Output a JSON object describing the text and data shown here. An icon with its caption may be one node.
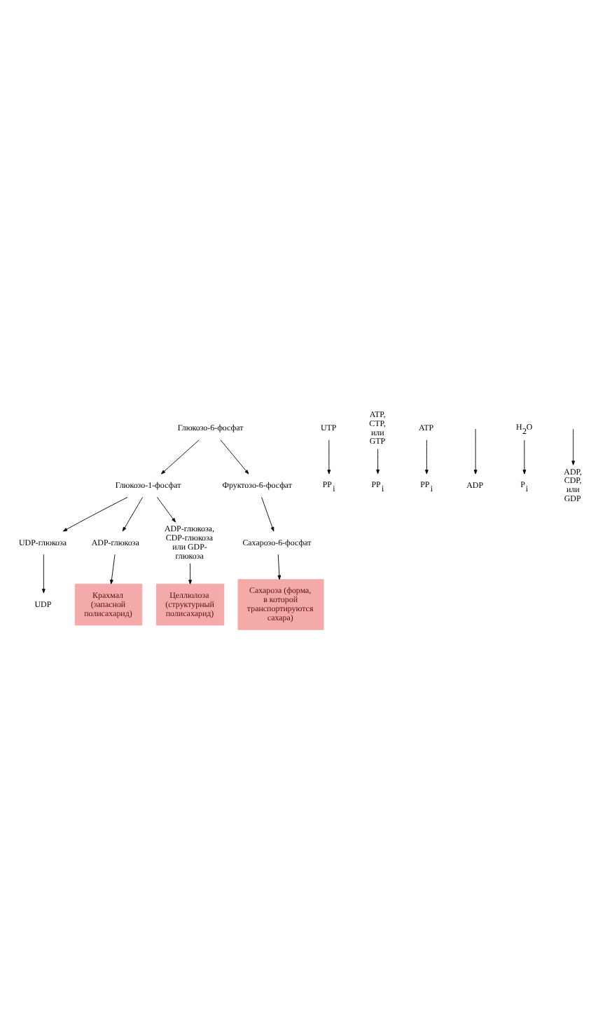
{
  "diagram": {
    "nodes": [
      {
        "text": [
          "Глюкозо-6-фосфат"
        ]
      },
      {
        "text": [
          "Глюкозо-1-фосфат"
        ]
      },
      {
        "text": [
          "Фруктозо-6-фосфат"
        ]
      },
      {
        "text": [
          "UTP"
        ]
      },
      {
        "text": [
          "PP$_{i}$"
        ]
      },
      {
        "text": [
          "UDP-глюкоза"
        ]
      },
      {
        "text": [
          "ATP, CTP, или GTP"
        ]
      },
      {
        "text": [
          "PP$_{i}$"
        ]
      },
      {
        "text": [
          "ATP"
        ]
      },
      {
        "text": [
          "PP$_{i}$"
        ]
      },
      {
        "text": [
          "ADP-глюкоза"
        ]
      },
      {
        "text": [
          "UDP"
        ]
      },
      {
        "text": [
          "ADP-глюкоза, CDP-глюкоза или GDP-глюкоза"
        ]
      },
      {
        "text": [
          "ADP"
        ]
      },
      {
        "text": [
          "Крахмал (запасной полисахарид)"
        ]
      },
      {
        "text": [
          "Сахарозо-6-фосфат"
        ]
      },
      {
        "text": [
          "H$_{2}$O"
        ]
      },
      {
        "text": [
          "P$_{i}$"
        ]
      },
      {
        "text": [
          "ADP, CDP, или GDP"
        ]
      },
      {
        "text": [
          "Сахароза (форма, в которой транспортируются сахара)"
        ]
      },
      {
        "text": [
          "Целлюлоза (структурный полисахарид)"
        ]
      }
    ],
    "edges": [
      {
        "from": 0,
        "to": 1,
        "arrow": "to"
      },
      {
        "from": 0,
        "to": 2,
        "arrow": "to"
      },
      {
        "from": 1,
        "to": 5,
        "arrow": "to"
      },
      {
        "from": 3,
        "to": 4,
        "arrow": "to"
      },
      {
        "from": 1,
        "to": 12,
        "arrow": "to"
      },
      {
        "from": 6,
        "to": 7,
        "arrow": "to"
      },
      {
        "from": 1,
        "to": 10,
        "arrow": "to"
      },
      {
        "from": 8,
        "to": 9,
        "arrow": "to"
      },
      {
        "from": 2,
        "to": 15,
        "arrow": "to"
      },
      {
        "from": 5,
        "to": 11,
        "arrow": "to"
      },
      {
        "from": 10,
        "to": 14,
        "arrow": "to"
      },
      {
        "from": null,
        "to": 13,
        "arrow": "to"
      },
      {
        "from": 12,
        "to": 20,
        "arrow": "to"
      },
      {
        "from": null,
        "to": 18,
        "arrow": "to"
      },
      {
        "from": 15,
        "to": 19,
        "arrow": "to"
      },
      {
        "from": 16,
        "to": 17,
        "arrow": "to"
      }
    ]
  }
}
